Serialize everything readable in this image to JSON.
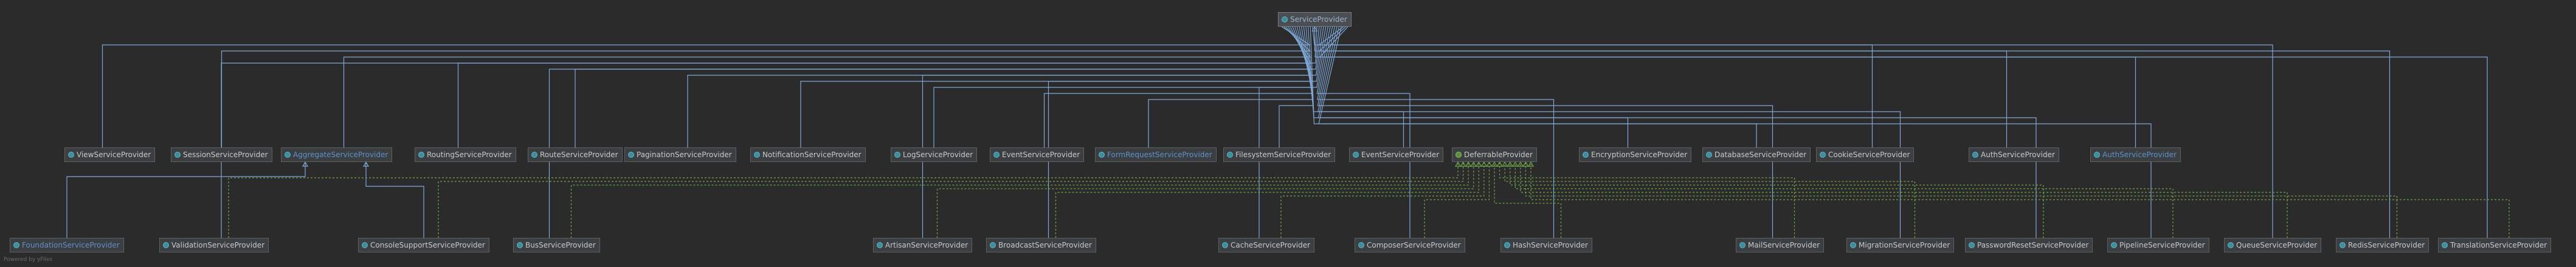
{
  "colors": {
    "background": "#2b2b2b",
    "node_fill": "#3c3f41",
    "node_border": "#5e6164",
    "node_text": "#c8c8c8",
    "link_text": "#5f8fc9",
    "extends_edge": "#7fa7d6",
    "implements_edge": "#6fa74a"
  },
  "diagram": {
    "root": "ServiceProvider",
    "interface": "DeferrableProvider",
    "intermediate": "AggregateServiceProvider",
    "top_row": [
      "ViewServiceProvider",
      "SessionServiceProvider",
      "AggregateServiceProvider",
      "RoutingServiceProvider",
      "RouteServiceProvider",
      "PaginationServiceProvider",
      "NotificationServiceProvider",
      "LogServiceProvider",
      "EventServiceProvider",
      "FormRequestServiceProvider",
      "FilesystemServiceProvider",
      "EventServiceProvider",
      "DeferrableProvider",
      "EncryptionServiceProvider",
      "DatabaseServiceProvider",
      "CookieServiceProvider",
      "AuthServiceProvider",
      "AuthServiceProvider"
    ],
    "bottom_row": [
      "FoundationServiceProvider",
      "ValidationServiceProvider",
      "ConsoleSupportServiceProvider",
      "BusServiceProvider",
      "ArtisanServiceProvider",
      "BroadcastServiceProvider",
      "CacheServiceProvider",
      "ComposerServiceProvider",
      "HashServiceProvider",
      "MailServiceProvider",
      "MigrationServiceProvider",
      "PasswordResetServiceProvider",
      "PipelineServiceProvider",
      "QueueServiceProvider",
      "RedisServiceProvider",
      "TranslationServiceProvider"
    ]
  },
  "watermark": "Powered by yFiles"
}
